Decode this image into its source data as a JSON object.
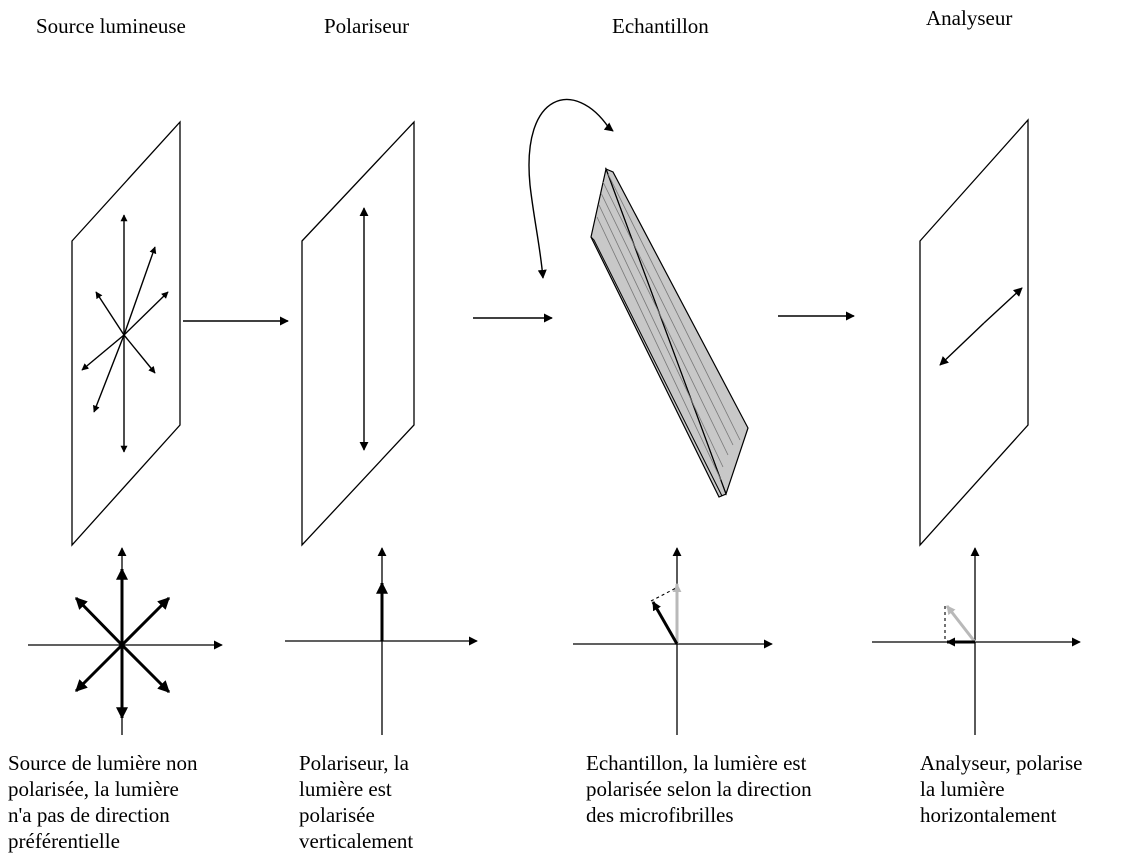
{
  "titles": {
    "source": "Source lumineuse",
    "polarizer": "Polariseur",
    "sample": "Echantillon",
    "analyzer": "Analyseur"
  },
  "captions": {
    "source": [
      "Source de lumière non",
      "polarisée, la lumière",
      "n'a pas de direction",
      "préférentielle"
    ],
    "polarizer": [
      "Polariseur, la",
      "lumière est",
      "polarisée",
      "verticalement"
    ],
    "sample": [
      "Echantillon, la lumière est",
      "polarisée selon la direction",
      "des microfibrilles"
    ],
    "analyzer": [
      "Analyseur, polarise",
      "la lumière",
      "horizontalement"
    ]
  },
  "colors": {
    "stroke": "#000000",
    "sample_fill": "#c8c8c8",
    "projection_gray": "#b9b9b9"
  }
}
